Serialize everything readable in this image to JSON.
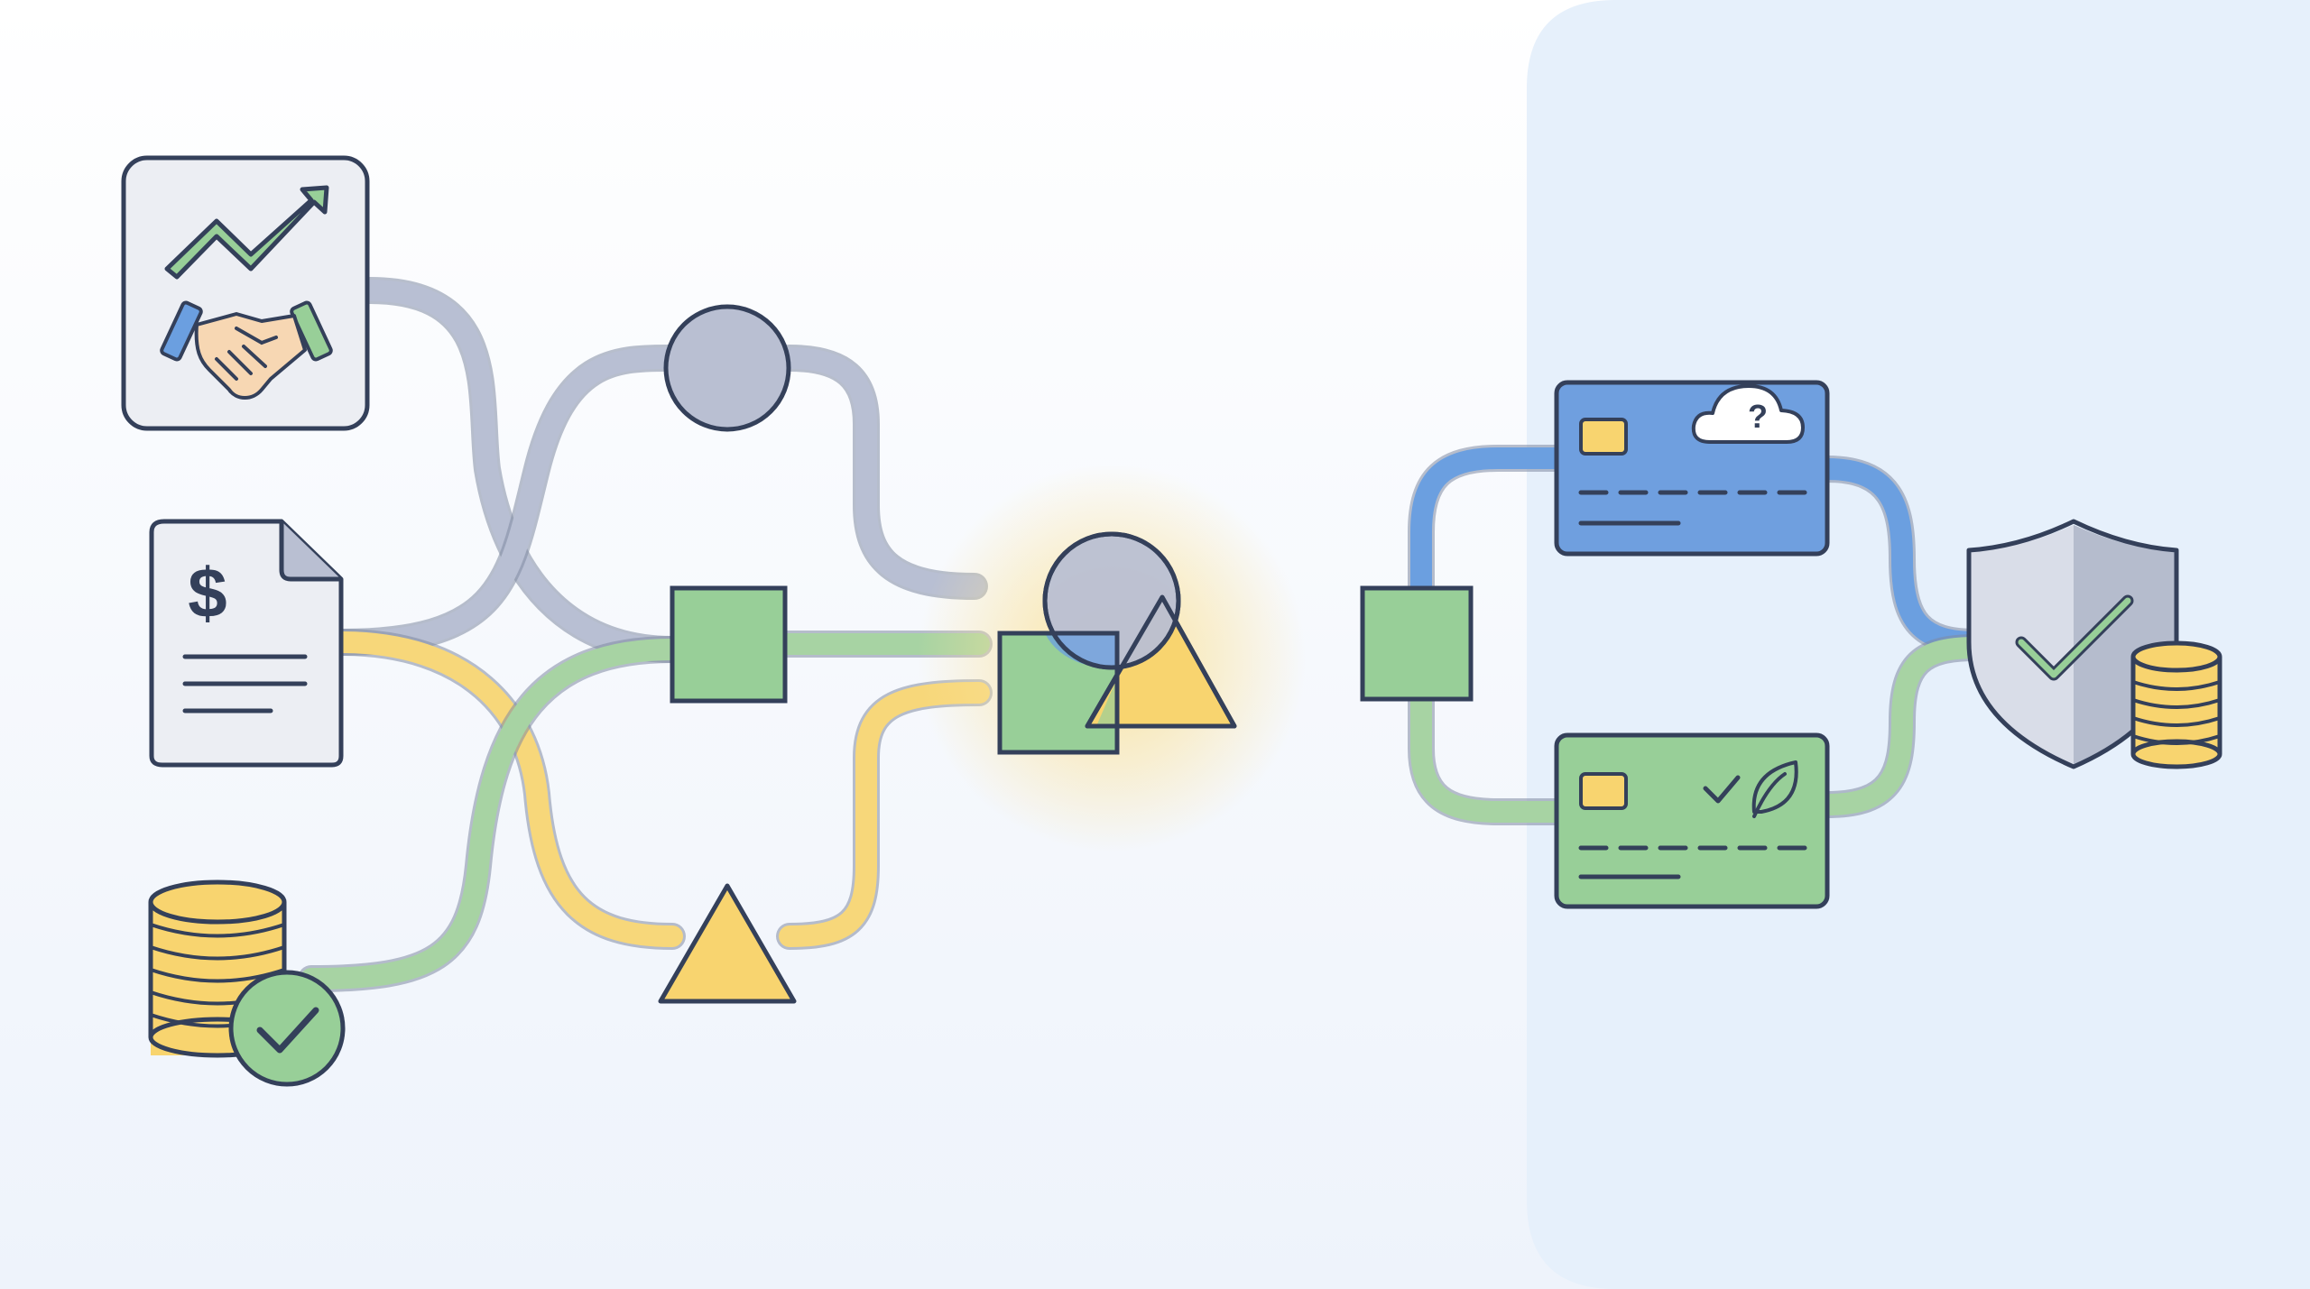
{
  "diagram": {
    "colors": {
      "background_top": "#ffffff",
      "background_bottom": "#eef3fb",
      "right_panel": "#e6f0fb",
      "outline": "#34405a",
      "path_gray": "#b8bfd3",
      "path_yellow": "#f7d77a",
      "path_green": "#a7d3a3",
      "path_blue": "#6b9fe0",
      "node_gray": "#b9bfd2",
      "node_green": "#98cf98",
      "node_yellow": "#f8d46f",
      "card_blue": "#6f9fdf",
      "card_green": "#98cf98",
      "chip": "#f8d46f",
      "glow": "#fbe29a",
      "shield_left": "#d9dde8",
      "shield_right": "#b5bccd"
    },
    "sources": [
      {
        "id": "partnership-growth",
        "icons": [
          "trend-arrow-icon",
          "handshake-icon"
        ]
      },
      {
        "id": "invoice",
        "icons": [
          "dollar-document-icon"
        ],
        "symbol": "$"
      },
      {
        "id": "verified-funds",
        "icons": [
          "coin-stack-icon",
          "checkmark-badge-icon"
        ]
      }
    ],
    "branch_nodes": [
      {
        "shape": "circle",
        "color": "gray"
      },
      {
        "shape": "square",
        "color": "green"
      },
      {
        "shape": "triangle",
        "color": "yellow"
      }
    ],
    "merge_node": {
      "shapes": [
        "circle",
        "square",
        "triangle"
      ],
      "highlighted": true
    },
    "router_node": {
      "shape": "square",
      "color": "green"
    },
    "cards": [
      {
        "id": "uncertain-card",
        "color": "blue",
        "icon": "cloud-question-icon",
        "symbol": "?"
      },
      {
        "id": "approved-card",
        "color": "green",
        "icons": [
          "check-icon",
          "leaf-icon"
        ]
      }
    ],
    "destination": {
      "icons": [
        "shield-check-icon",
        "coin-stack-icon"
      ]
    }
  }
}
